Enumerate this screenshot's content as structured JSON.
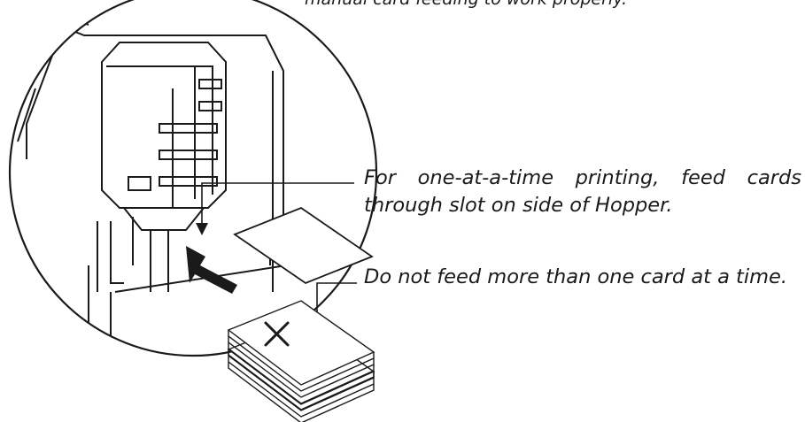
{
  "document": {
    "cutoff_text": "manual card feeding to work properly.",
    "callouts": [
      {
        "line1": "For one-at-a-time printing, feed cards",
        "line2": "through slot on side of Hopper."
      },
      {
        "text": "Do not feed more than one card at a time."
      }
    ]
  }
}
